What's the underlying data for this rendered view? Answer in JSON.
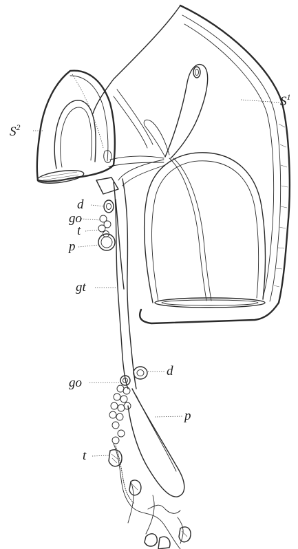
{
  "labels": {
    "s1": "S",
    "s1_sup": "1",
    "s2": "S",
    "s2_sup": "2",
    "d_upper": "d",
    "go_upper": "go",
    "t_upper": "t",
    "p_upper": "p",
    "gt": "gt",
    "go_lower": "go",
    "d_lower": "d",
    "p_lower": "p",
    "t_lower": "t"
  }
}
